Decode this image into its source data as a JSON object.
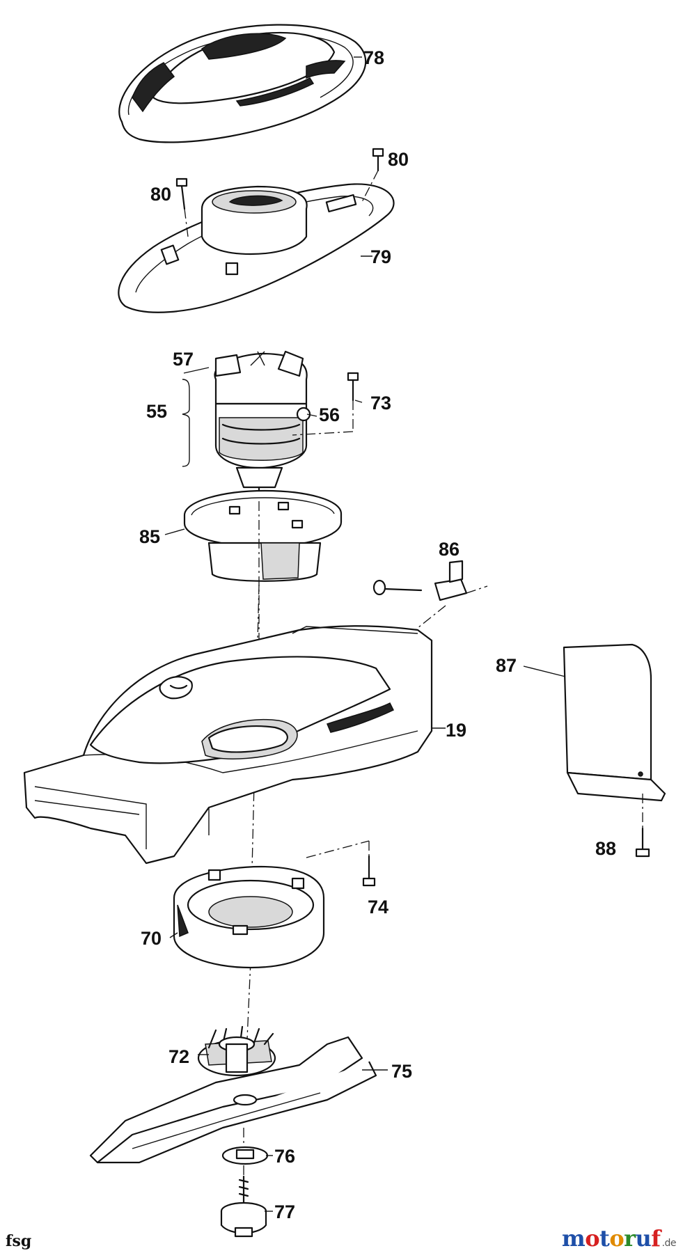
{
  "labels": {
    "p78": "78",
    "p80a": "80",
    "p80b": "80",
    "p79": "79",
    "p57": "57",
    "p55": "55",
    "p56": "56",
    "p73": "73",
    "p85": "85",
    "p86": "86",
    "p87": "87",
    "p19": "19",
    "p88": "88",
    "p74": "74",
    "p70": "70",
    "p72": "72",
    "p75": "75",
    "p76": "76",
    "p77": "77"
  },
  "footer": {
    "code": "fsg",
    "brand_letters": [
      "m",
      "o",
      "t",
      "o",
      "r",
      "u",
      "f"
    ],
    "brand_colors": [
      "#1e4fa8",
      "#d62020",
      "#1e4fa8",
      "#e08a00",
      "#2a8a2a",
      "#1e4fa8",
      "#d62020"
    ],
    "brand_tld": ".de"
  }
}
